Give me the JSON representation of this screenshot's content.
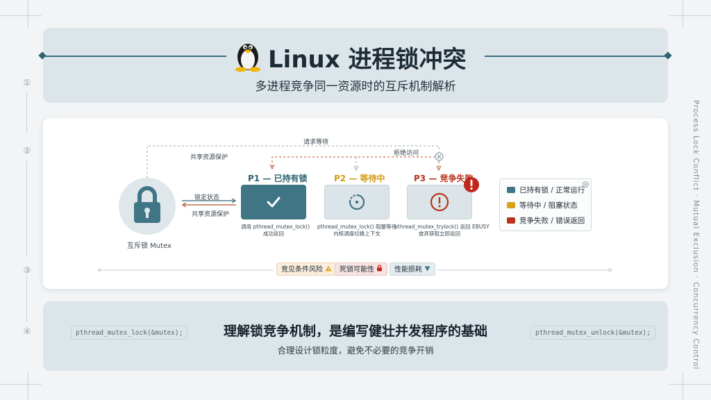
{
  "header": {
    "title": "Linux 进程锁冲突",
    "subtitle": "多进程竞争同一资源时的互斥机制解析"
  },
  "steps": [
    "①",
    "②",
    "③",
    "④"
  ],
  "side_text": "Process Lock Conflict · Mutual Exclusion · Concurrency Control",
  "diagram": {
    "mutex_label": "互斥锁 Mutex",
    "top_arrow_label": "请求等待",
    "reject_label": "拒绝访问",
    "shared_protect_top": "共享资源保护",
    "lock_state_label": "锁定状态",
    "shared_protect_mid": "共享资源保护",
    "processes": [
      {
        "title": "P1 — 已持有锁",
        "caption1": "调用 pthread_mutex_lock()",
        "caption2": "成功返回",
        "color": "#2f6372"
      },
      {
        "title": "P2 — 等待中",
        "caption1": "pthread_mutex_lock() 阻塞等待",
        "caption2": "内核调度切换上下文",
        "color": "#d49a14"
      },
      {
        "title": "P3 — 竞争失败",
        "caption1": "pthread_mutex_trylock() 返回 EBUSY",
        "caption2": "放弃获取立即返回",
        "color": "#b8321c"
      }
    ],
    "legend": [
      {
        "label": "已持有锁 / 正常运行",
        "color": "#3f7585"
      },
      {
        "label": "等待中 / 阻塞状态",
        "color": "#d9a21b"
      },
      {
        "label": "竞争失败 / 错误返回",
        "color": "#b8321c"
      }
    ],
    "chips": [
      {
        "label": "竞见条件风险",
        "icon": "warning-icon",
        "bg": "#fbeedd",
        "border": "#ecd3ad"
      },
      {
        "label": "死锁可能性",
        "icon": "lock-icon",
        "bg": "#f7e3e1",
        "border": "#e9c6c2"
      },
      {
        "label": "性能损耗",
        "icon": "down-triangle-icon",
        "bg": "#e5ecef",
        "border": "#cdd8dd"
      }
    ]
  },
  "footer": {
    "title": "理解锁竞争机制，是编写健壮并发程序的基础",
    "subtitle": "合理设计锁粒度，避免不必要的竞争开销",
    "code_left": "pthread_mutex_lock(&mutex);",
    "code_right": "pthread_mutex_unlock(&mutex);"
  }
}
